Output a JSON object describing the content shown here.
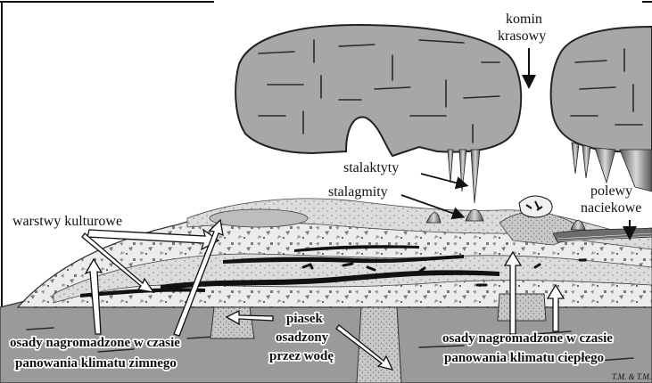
{
  "labels": {
    "komin_1": "komin",
    "komin_2": "krasowy",
    "stalaktyty": "stalaktyty",
    "stalagmity": "stalagmity",
    "polewy_1": "polewy",
    "polewy_2": "naciekowe",
    "warstwy": "warstwy kulturowe",
    "cold_1": "osady nagromadzone w czasie",
    "cold_2": "panowania klimatu zimnego",
    "piasek_1": "piasek",
    "piasek_2": "osadzony",
    "piasek_3": "przez wodę",
    "warm_1": "osady nagromadzone w czasie",
    "warm_2": "panowania klimatu ciepłego",
    "signature": "T.M. & T.M."
  },
  "colors": {
    "rock": "#a7a7a7",
    "sediment_light": "#e6e6e6",
    "sediment_mid": "#cfcfcf",
    "cultural_layer": "#111111",
    "bedrock": "#9a9a9a"
  }
}
